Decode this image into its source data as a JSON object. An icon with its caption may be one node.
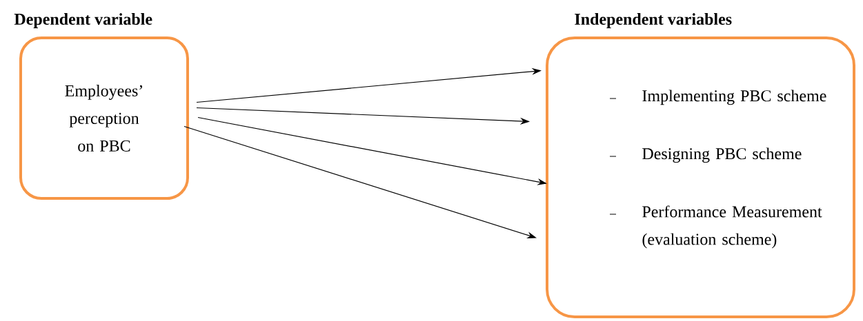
{
  "diagram": {
    "nodes": [
      {
        "text": [
          "Dependent variable",
          "Employees’ perception on PBC"
        ]
      },
      {
        "text": [
          "Independent variables",
          "Implementing PBC scheme",
          "Designing PBC scheme",
          "Performance Measurement (evaluation scheme)"
        ]
      }
    ],
    "edges": [
      {
        "from": 0,
        "to": 1,
        "arrow": "to"
      },
      {
        "from": 0,
        "to": 1,
        "arrow": "to"
      },
      {
        "from": 0,
        "to": 1,
        "arrow": "to"
      },
      {
        "from": 0,
        "to": 1,
        "arrow": "to"
      }
    ]
  }
}
